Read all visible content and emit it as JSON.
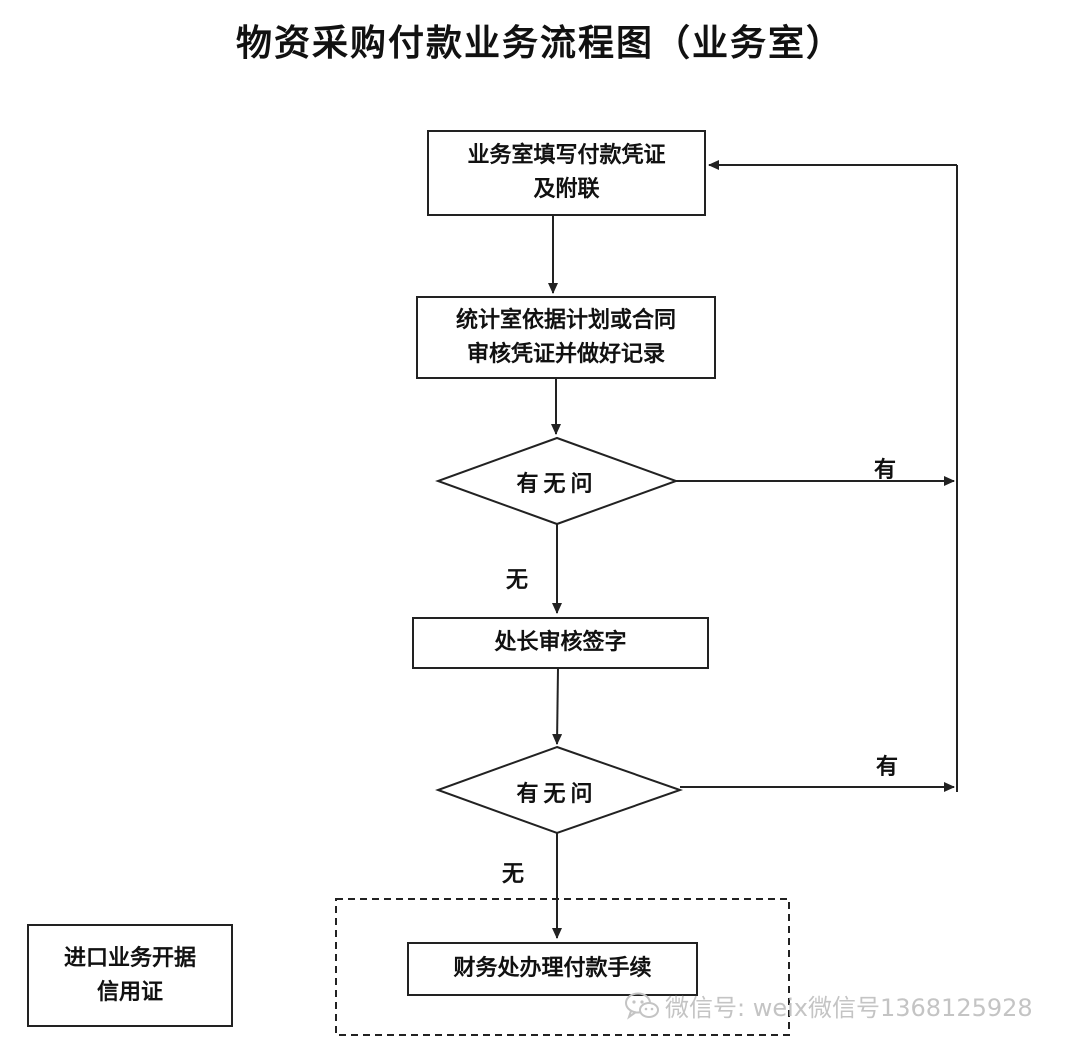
{
  "title": "物资采购付款业务流程图（业务室）",
  "nodes": {
    "fill_voucher": "业务室填写付款凭证\n及附联",
    "stat_review": "统计室依据计划或合同\n审核凭证并做好记录",
    "decision_1": "有无问",
    "director_sign": "处长审核签字",
    "decision_2": "有无问",
    "finance_payment": "财务处办理付款手续",
    "import_lc": "进口业务开据\n信用证"
  },
  "edges": {
    "decision_1_yes": "有",
    "decision_1_no": "无",
    "decision_2_yes": "有",
    "decision_2_no": "无"
  },
  "watermark": {
    "text": "微信号: weix微信号1368125928",
    "icon": "wechat-icon"
  },
  "colors": {
    "line": "#222222",
    "watermark": "#c4c4c4"
  }
}
